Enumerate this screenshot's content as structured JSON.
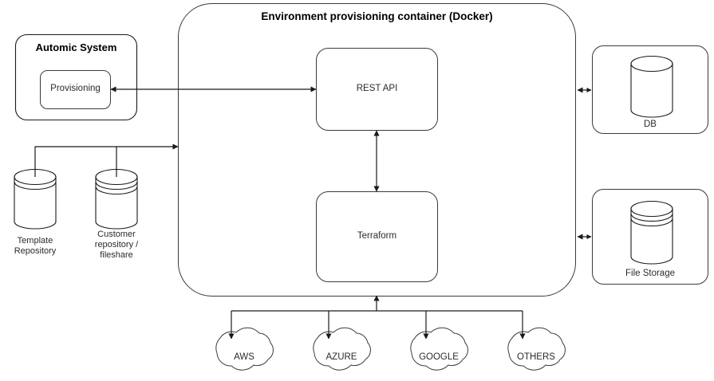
{
  "diagram": {
    "title": "Environment provisioning container (Docker)",
    "type": "architecture-diagram",
    "background_color": "#ffffff",
    "stroke_color": "#1a1a1a",
    "text_color": "#2b2b2b"
  },
  "container": {
    "label": "Environment provisioning container (Docker)",
    "children": [
      {
        "id": "rest-api",
        "label": "REST API"
      },
      {
        "id": "terraform",
        "label": "Terraform"
      }
    ]
  },
  "automic": {
    "label": "Automic System",
    "child": {
      "id": "provisioning",
      "label": "Provisioning"
    }
  },
  "repositories": [
    {
      "id": "template-repository",
      "label": "Template\nRepository",
      "icon": "cylinder-icon"
    },
    {
      "id": "customer-repository",
      "label": "Customer\nrepository /\nfileshare",
      "icon": "cylinder-icon"
    }
  ],
  "storage": [
    {
      "id": "db",
      "label": "DB",
      "icon": "database-cylinder-icon"
    },
    {
      "id": "file-storage",
      "label": "File Storage",
      "icon": "file-storage-cylinder-icon"
    }
  ],
  "clouds": [
    {
      "id": "aws",
      "label": "AWS"
    },
    {
      "id": "azure",
      "label": "AZURE"
    },
    {
      "id": "google",
      "label": "GOOGLE"
    },
    {
      "id": "others",
      "label": "OTHERS"
    }
  ],
  "connections": [
    {
      "from": "rest-api",
      "to": "provisioning",
      "direction": "bidirectional"
    },
    {
      "from": "repositories-bus",
      "to": "container",
      "direction": "to-container"
    },
    {
      "from": "rest-api",
      "to": "terraform",
      "direction": "bidirectional"
    },
    {
      "from": "container",
      "to": "db",
      "direction": "bidirectional"
    },
    {
      "from": "container",
      "to": "file-storage",
      "direction": "bidirectional"
    },
    {
      "from": "clouds-bus",
      "to": "container",
      "direction": "to-container"
    },
    {
      "from": "clouds-bus",
      "to": "aws",
      "direction": "to-cloud"
    },
    {
      "from": "clouds-bus",
      "to": "azure",
      "direction": "to-cloud"
    },
    {
      "from": "clouds-bus",
      "to": "google",
      "direction": "to-cloud"
    },
    {
      "from": "clouds-bus",
      "to": "others",
      "direction": "to-cloud"
    }
  ]
}
